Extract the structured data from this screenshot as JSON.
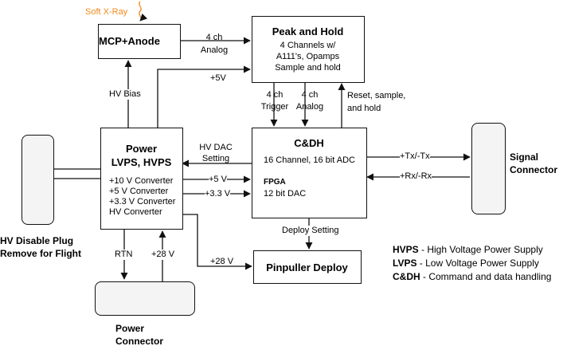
{
  "colors": {
    "xray_text": "#f08a1c",
    "xray_squiggle": "#f08a1c",
    "box_border": "#111111",
    "connector_fill": "#f4f4f4"
  },
  "xray": {
    "label": "Soft X-Ray"
  },
  "mcp": {
    "title": "MCP+Anode"
  },
  "peak": {
    "title": "Peak and Hold",
    "line1": "4 Channels w/",
    "line2": "A111's, Opamps",
    "line3": "Sample and hold"
  },
  "power": {
    "title_line1": "Power",
    "title_line2": "LVPS, HVPS",
    "items": [
      "+10 V Converter",
      "+5 V Converter",
      "+3.3 V Converter",
      "HV Converter"
    ]
  },
  "cdh": {
    "title": "C&DH",
    "adc": "16 Channel, 16 bit ADC",
    "fpga": "FPGA",
    "dac": "12 bit DAC"
  },
  "pinpuller": {
    "title": "Pinpuller Deploy"
  },
  "signal_connector": {
    "line1": "Signal",
    "line2": "Connector"
  },
  "hv_plug": {
    "line1": "HV Disable Plug",
    "line2": "Remove for Flight"
  },
  "power_connector": {
    "line1": "Power",
    "line2": "Connector"
  },
  "labels": {
    "ch4_analog_line1": "4 ch",
    "ch4_analog_line2": "Analog",
    "plus5v_top": "+5V",
    "hv_bias": "HV Bias",
    "trigger_line1": "4 ch",
    "trigger_line2": "Trigger",
    "analog2_line1": "4 ch",
    "analog2_line2": "Analog",
    "reset_line1": "Reset, sample,",
    "reset_line2": "and hold",
    "hvdac_line1": "HV DAC",
    "hvdac_line2": "Setting",
    "plus5v_mid": "+5 V",
    "plus33v": "+3.3 V",
    "tx": "+Tx/-Tx",
    "rx": "+Rx/-Rx",
    "deploy_setting": "Deploy Setting",
    "rtn": "RTN",
    "plus28v_in": "+28 V",
    "plus28v_out": "+28 V"
  },
  "legend": [
    {
      "key": "HVPS",
      "desc": " - High Voltage Power Supply"
    },
    {
      "key": "LVPS",
      "desc": " - Low Voltage Power Supply"
    },
    {
      "key": "C&DH",
      "desc": " - Command and data handling"
    }
  ]
}
